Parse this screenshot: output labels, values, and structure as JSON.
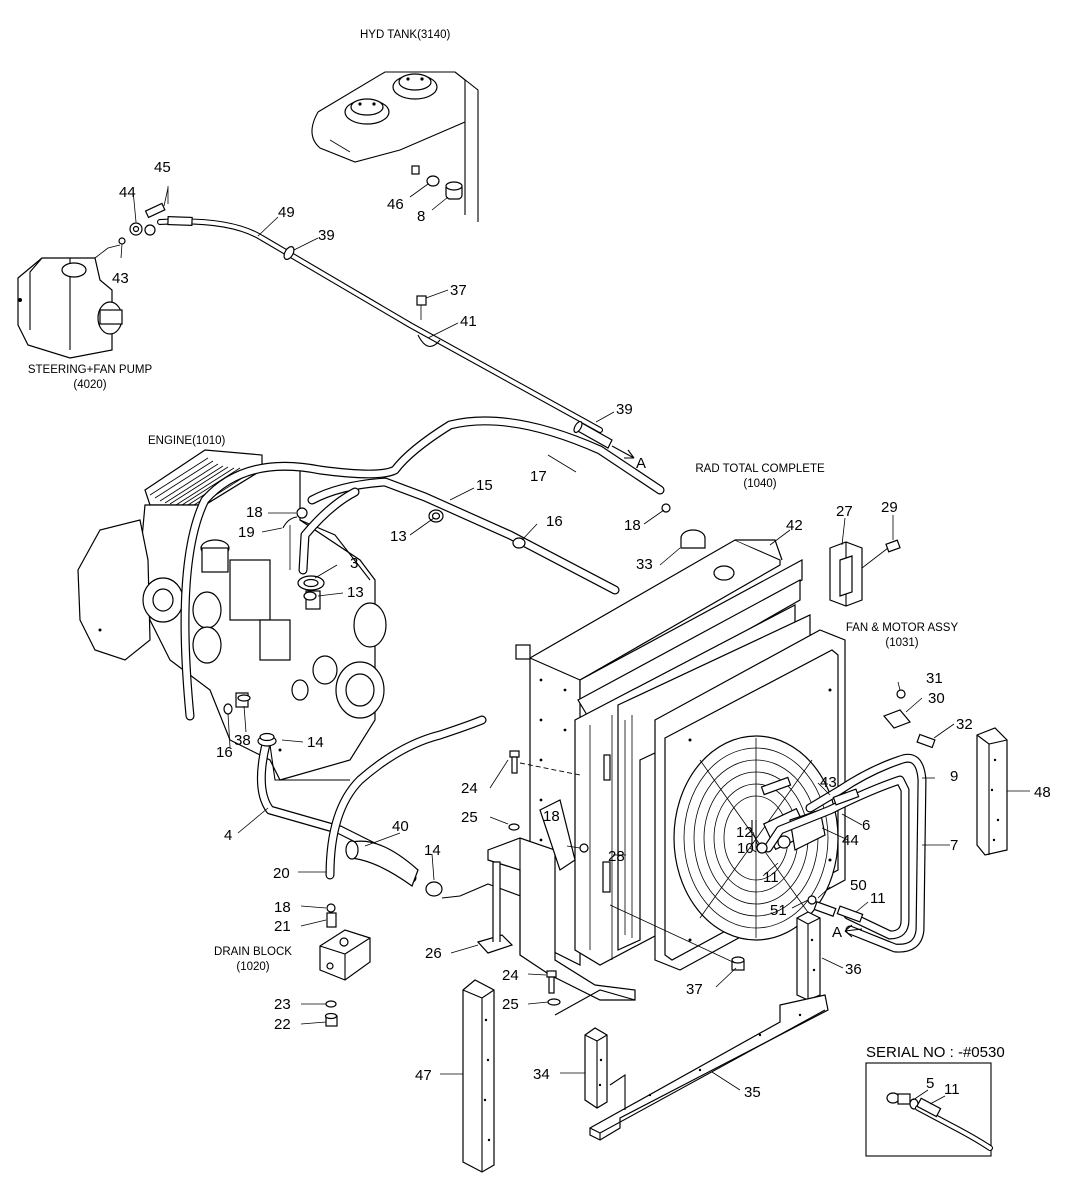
{
  "labels": {
    "hyd_tank": "HYD TANK(3140)",
    "steering_fan_pump": "STEERING+FAN PUMP",
    "steering_fan_pump_code": "(4020)",
    "engine": "ENGINE(1010)",
    "rad_total_complete": "RAD TOTAL COMPLETE",
    "rad_total_complete_code": "(1040)",
    "fan_motor_assy": "FAN & MOTOR ASSY",
    "fan_motor_assy_code": "(1031)",
    "drain_block": "DRAIN BLOCK",
    "drain_block_code": "(1020)",
    "serial_no": "SERIAL NO : -#0530",
    "arrow_a_top": "A",
    "arrow_a_bottom": "A"
  },
  "callouts": {
    "c45": "45",
    "c44a": "44",
    "c43a": "43",
    "c49": "49",
    "c39a": "39",
    "c46": "46",
    "c8": "8",
    "c37a": "37",
    "c41": "41",
    "c39b": "39",
    "c17": "17",
    "c15": "15",
    "c16a": "16",
    "c18a": "18",
    "c18b": "18",
    "c19": "19",
    "c13a": "13",
    "c3": "3",
    "c13b": "13",
    "c33": "33",
    "c27": "27",
    "c29": "29",
    "c42": "42",
    "c31": "31",
    "c30": "30",
    "c32": "32",
    "c48": "48",
    "c16b": "16",
    "c38": "38",
    "c14a": "14",
    "c24a": "24",
    "c25a": "25",
    "c18c": "18",
    "c43b": "43",
    "c9": "9",
    "c6": "6",
    "c44b": "44",
    "c12": "12",
    "c10": "10",
    "c7": "7",
    "c4": "4",
    "c40": "40",
    "c28": "28",
    "c11a": "11",
    "c20": "20",
    "c14b": "14",
    "c50": "50",
    "c11b": "11",
    "c51": "51",
    "c18d": "18",
    "c21": "21",
    "c26": "26",
    "c36": "36",
    "c24b": "24",
    "c37b": "37",
    "c25b": "25",
    "c23": "23",
    "c22": "22",
    "c34": "34",
    "c35": "35",
    "c47": "47",
    "c5": "5",
    "c11c": "11"
  }
}
